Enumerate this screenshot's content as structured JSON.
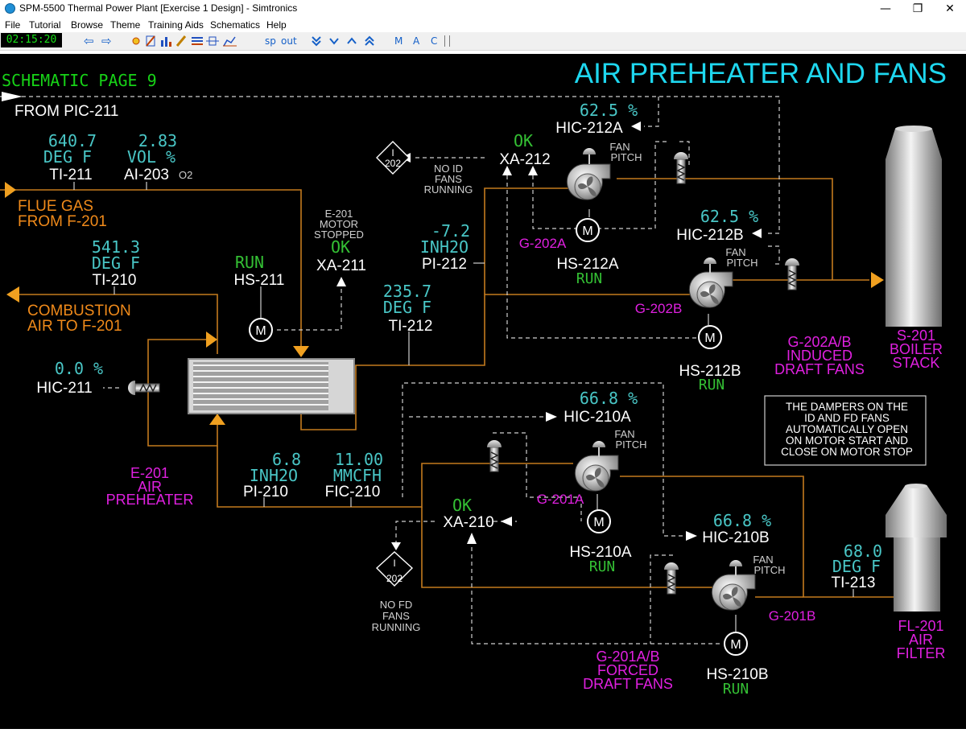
{
  "window": {
    "title": "SPM-5500 Thermal Power Plant [Exercise 1 Design] - Simtronics",
    "minimize": "—",
    "maximize": "❐",
    "close": "✕"
  },
  "menu": [
    "File",
    "Tutorial",
    "Browse",
    "Theme",
    "Training Aids",
    "Schematics",
    "Help"
  ],
  "toolbar": {
    "clock": "02:15:20",
    "back": "⇦",
    "forward": "⇨",
    "sp_label": "sp",
    "out_label": "out",
    "m_label": "M",
    "a_label": "A",
    "c_label": "C",
    "scroll_icons": [
      "double-down",
      "down",
      "up",
      "double-up"
    ]
  },
  "colors": {
    "background": "#000000",
    "value": "#49c6c6",
    "tag": "#ffffff",
    "status_ok": "#34c034",
    "equipment_label": "#e020e0",
    "stream_label": "#f08a1a",
    "title": "#1ed7ef",
    "page_label": "#17d317",
    "process_line": "#c47a1e"
  },
  "schematic": {
    "page_label": "SCHEMATIC PAGE 9",
    "title": "AIR PREHEATER AND FANS",
    "from_pic": "FROM PIC-211",
    "streams": {
      "flue_gas_line1": "FLUE GAS",
      "flue_gas_line2": "FROM F-201",
      "combustion_line1": "COMBUSTION",
      "combustion_line2": "AIR TO F-201"
    },
    "instruments": {
      "ti211": {
        "value": "640.7",
        "unit": "DEG F",
        "tag": "TI-211"
      },
      "ai203": {
        "value": "2.83",
        "unit": "VOL %",
        "tag": "AI-203",
        "sub": "O2"
      },
      "ti210": {
        "value": "541.3",
        "unit": "DEG F",
        "tag": "TI-210"
      },
      "hic211": {
        "value": "0.0 %",
        "tag": "HIC-211"
      },
      "hs211": {
        "status": "RUN",
        "tag": "HS-211"
      },
      "xa211": {
        "note1": "E-201",
        "note2": "MOTOR",
        "note3": "STOPPED",
        "status": "OK",
        "tag": "XA-211"
      },
      "ti212": {
        "value": "235.7",
        "unit": "DEG F",
        "tag": "TI-212"
      },
      "pi212": {
        "value": "-7.2",
        "unit": "INH2O",
        "tag": "PI-212"
      },
      "xa212": {
        "status": "OK",
        "tag": "XA-212"
      },
      "hic212a": {
        "value": "62.5 %",
        "tag": "HIC-212A"
      },
      "hic212b": {
        "value": "62.5 %",
        "tag": "HIC-212B"
      },
      "hs212a": {
        "tag": "HS-212A",
        "status": "RUN"
      },
      "hs212b": {
        "tag": "HS-212B",
        "status": "RUN"
      },
      "pi210": {
        "value": "6.8",
        "unit": "INH2O",
        "tag": "PI-210"
      },
      "fic210": {
        "value": "11.00",
        "unit": "MMCFH",
        "tag": "FIC-210"
      },
      "hic210a": {
        "value": "66.8 %",
        "tag": "HIC-210A"
      },
      "hic210b": {
        "value": "66.8 %",
        "tag": "HIC-210B"
      },
      "xa210": {
        "status": "OK",
        "tag": "XA-210"
      },
      "hs210a": {
        "tag": "HS-210A",
        "status": "RUN"
      },
      "hs210b": {
        "tag": "HS-210B",
        "status": "RUN"
      },
      "ti213": {
        "value": "68.0",
        "unit": "DEG F",
        "tag": "TI-213"
      }
    },
    "interlocks": {
      "i202_top": {
        "line1": "I",
        "line2": "202"
      },
      "i202_bottom": {
        "line1": "I",
        "line2": "202"
      },
      "no_id": {
        "line1": "NO ID",
        "line2": "FANS",
        "line3": "RUNNING"
      },
      "no_fd": {
        "line1": "NO FD",
        "line2": "FANS",
        "line3": "RUNNING"
      }
    },
    "equipment": {
      "g202a": "G-202A",
      "g202b": "G-202B",
      "g201a": "G-201A",
      "g201b": "G-201B",
      "fan_line1": "FAN",
      "fan_line2": "PITCH",
      "motor": "M",
      "id_fans": {
        "line1": "G-202A/B",
        "line2": "INDUCED",
        "line3": "DRAFT FANS"
      },
      "fd_fans": {
        "line1": "G-201A/B",
        "line2": "FORCED",
        "line3": "DRAFT FANS"
      },
      "stack": {
        "line1": "S-201",
        "line2": "BOILER",
        "line3": "STACK"
      },
      "filter": {
        "line1": "FL-201",
        "line2": "AIR",
        "line3": "FILTER"
      },
      "preheater": {
        "line1": "E-201",
        "line2": "AIR",
        "line3": "PREHEATER"
      }
    },
    "note": {
      "line1": "THE DAMPERS ON THE",
      "line2": "ID AND FD FANS",
      "line3": "AUTOMATICALLY OPEN",
      "line4": "ON MOTOR START AND",
      "line5": "CLOSE ON MOTOR STOP"
    }
  }
}
